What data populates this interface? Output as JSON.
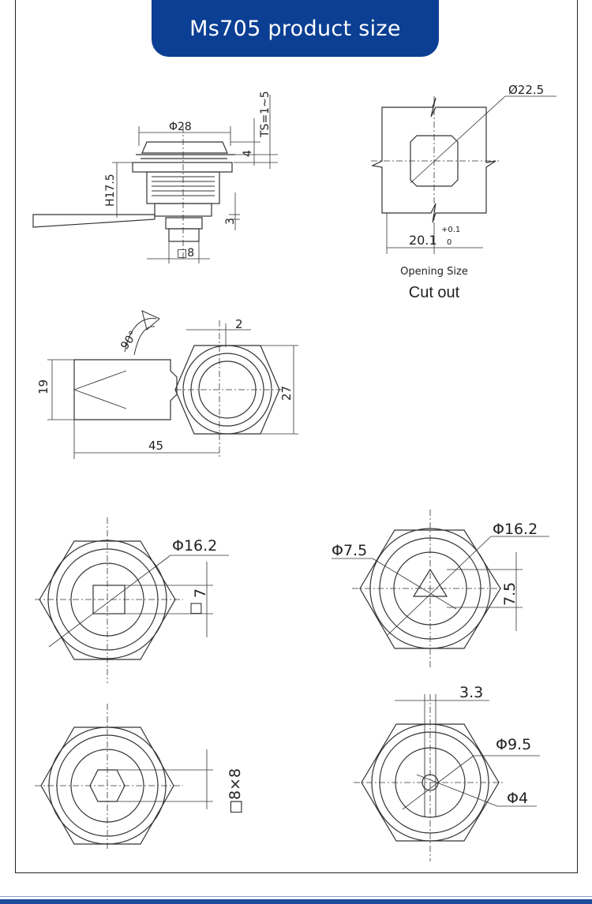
{
  "header": {
    "title": "Ms705 product size"
  },
  "side_view": {
    "dia_top": "Φ28",
    "ts": "TS=1~5",
    "dim_4": "4",
    "height": "H17.5",
    "dim_3": "3",
    "square": "□8"
  },
  "cutout_view": {
    "dia": "Ø22.5",
    "width": "20.1",
    "tol_plus": "+0.1",
    "tol_zero": "0",
    "label_small": "Opening Size",
    "label_large": "Cut out"
  },
  "cam_view": {
    "angle": "90°",
    "dim_2": "2",
    "dim_19": "19",
    "dim_27": "27",
    "dim_45": "45"
  },
  "front_square": {
    "dia": "Φ16.2",
    "size": "7",
    "square_sym": "□"
  },
  "front_triangle": {
    "dia_outer": "Φ16.2",
    "dia_inner": "Φ7.5",
    "size": "7.5"
  },
  "front_hex": {
    "label": "□8×8"
  },
  "front_slot": {
    "slot": "3.3",
    "dia_outer": "Φ9.5",
    "dia_inner": "Φ4"
  }
}
